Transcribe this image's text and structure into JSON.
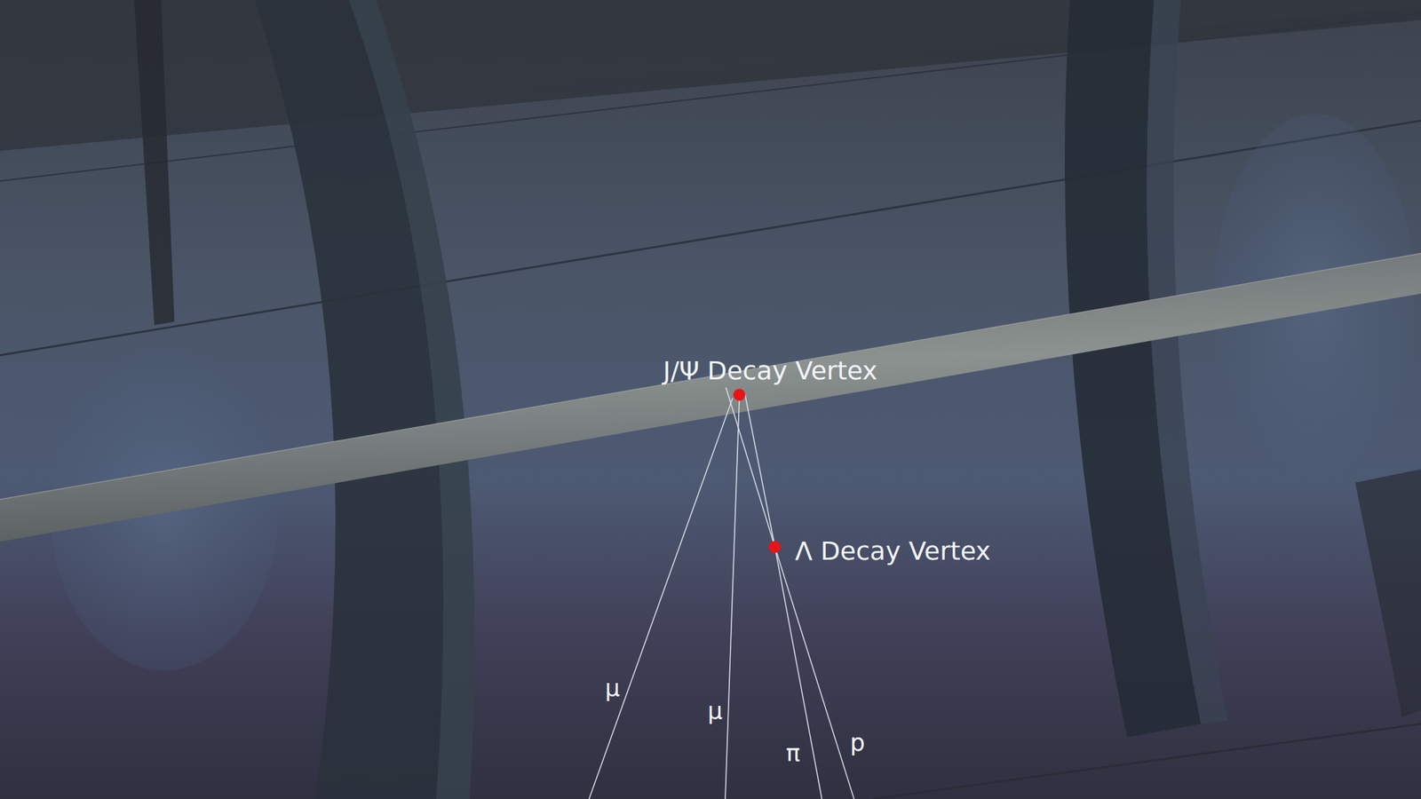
{
  "diagram": {
    "labels": [
      "J/Ψ Decay Vertex",
      "Λ Decay Vertex",
      "μ",
      "μ",
      "π",
      "p"
    ]
  }
}
